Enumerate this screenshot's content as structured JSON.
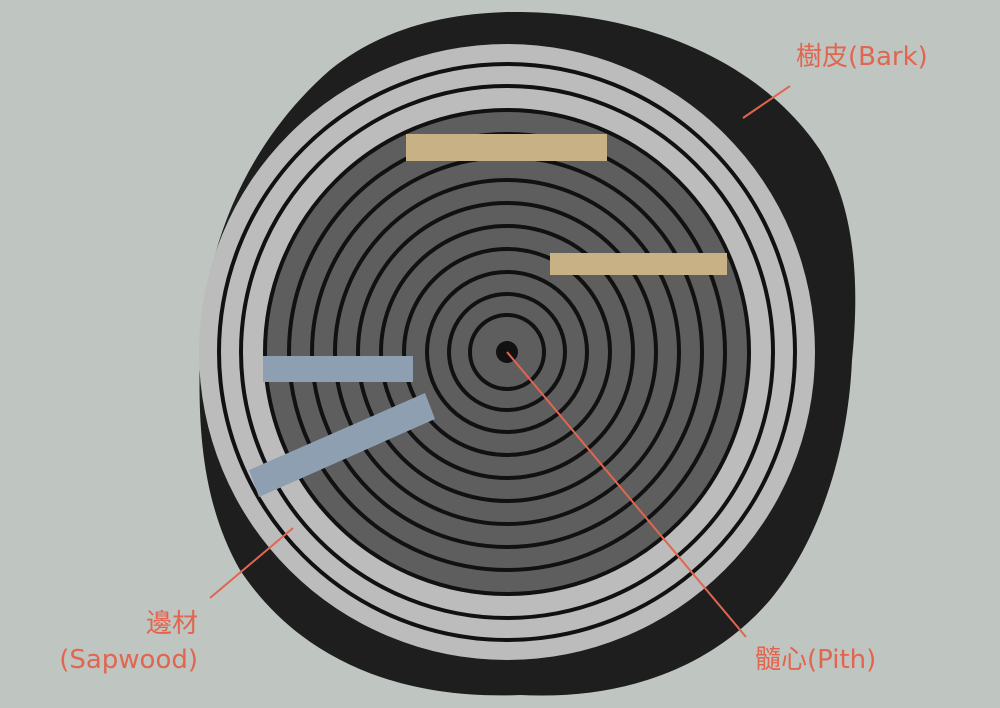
{
  "colors": {
    "background": "#bfc5c0",
    "bark": "#1e1e1e",
    "sapwood": "#bcbcbc",
    "heartwood": "#5e5e5e",
    "ring_line": "#111111",
    "label": "#e2654f",
    "tan_plank": "#c8b285",
    "blue_plank": "#8e9fb2"
  },
  "labels": {
    "bark": "樹皮(Bark)",
    "sapwood_zh": "邊材",
    "sapwood_en": "(Sapwood)",
    "pith": "髓心(Pith)"
  }
}
